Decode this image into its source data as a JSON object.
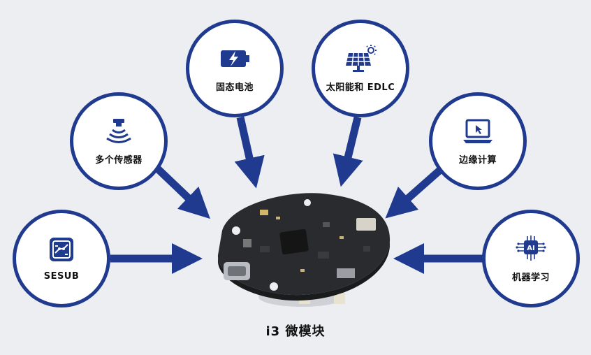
{
  "colors": {
    "accent": "#1f3a8f",
    "background": "#eceef2",
    "board": "#2a2b2e"
  },
  "nodes": {
    "sensors": {
      "label": "多个传感器",
      "icon": "sensor-icon"
    },
    "battery": {
      "label": "固态电池",
      "icon": "battery-icon"
    },
    "solar": {
      "label": "太阳能和 EDLC",
      "icon": "solar-panel-icon"
    },
    "edge": {
      "label": "边缘计算",
      "icon": "laptop-icon"
    },
    "sesub": {
      "label": "SESUB",
      "icon": "chip-package-icon"
    },
    "ml": {
      "label": "机器学习",
      "icon": "ai-chip-icon"
    }
  },
  "center": {
    "caption": "i3 微模块"
  }
}
